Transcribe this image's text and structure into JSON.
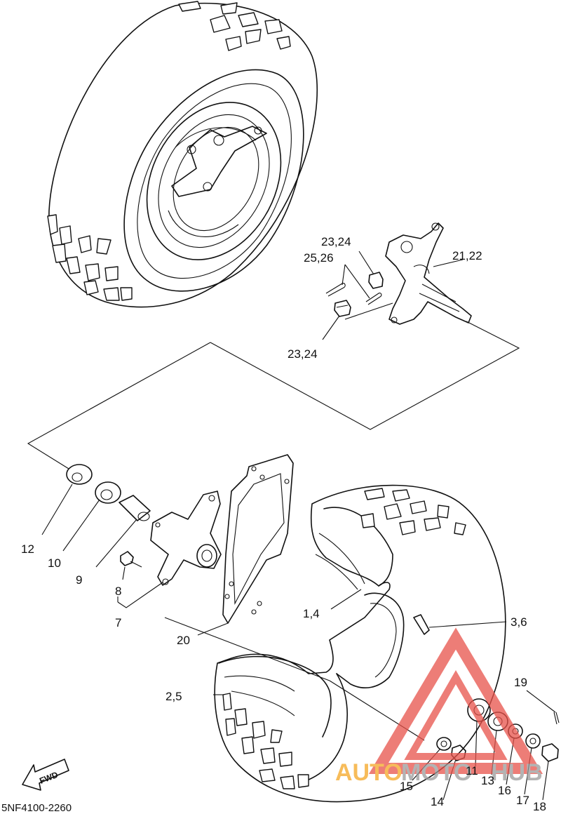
{
  "diagram_code": "5NF4100-2260",
  "fwd_label": "FWD",
  "watermark": {
    "part1": "AUTO",
    "part2": "MOTO",
    "part3": "HUB",
    "color_red": "#e8524a",
    "color_orange": "#f5a623",
    "color_grey": "#9a9a9a"
  },
  "callouts": {
    "c23_24_top": "23,24",
    "c25_26": "25,26",
    "c21_22": "21,22",
    "c23_24_bottom": "23,24",
    "c12": "12",
    "c10": "10",
    "c9": "9",
    "c8": "8",
    "c7": "7",
    "c20": "20",
    "c1_4": "1,4",
    "c3_6": "3,6",
    "c2_5": "2,5",
    "c19": "19",
    "c15": "15",
    "c11": "11",
    "c13": "13",
    "c16": "16",
    "c17": "17",
    "c14": "14",
    "c18": "18"
  }
}
